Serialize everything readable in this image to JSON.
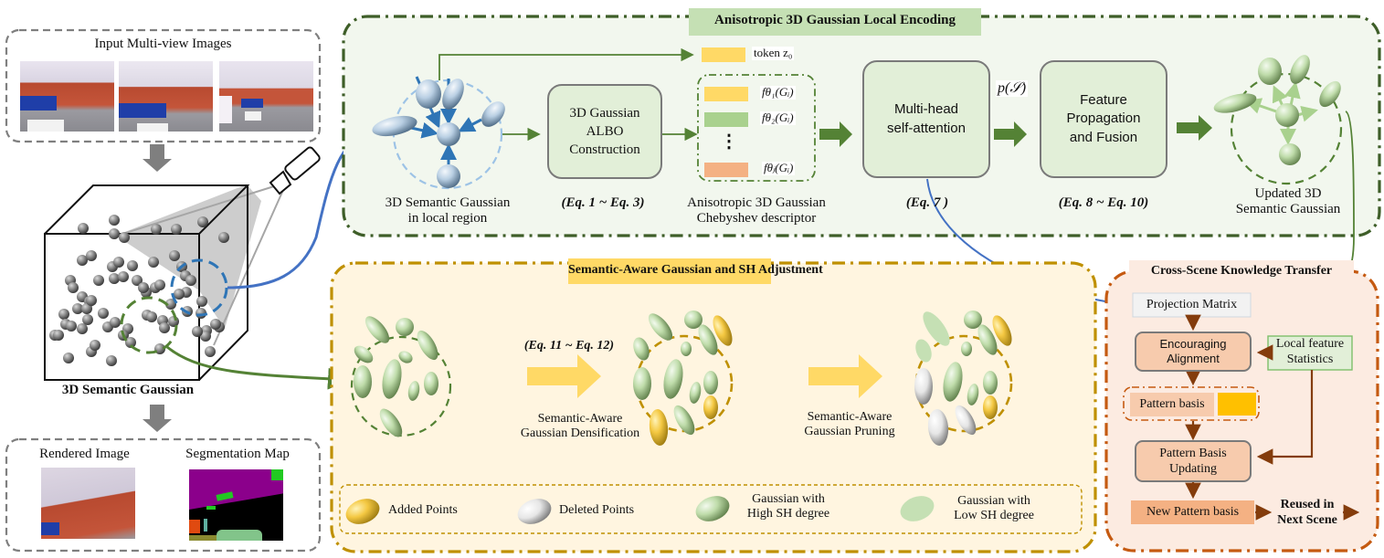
{
  "left_panel": {
    "input_title": "Input Multi-view Images",
    "input_images": [
      "office-view-1",
      "office-view-2",
      "office-view-3"
    ],
    "scene_label": "3D Semantic Gaussian",
    "rendered_label": "Rendered Image",
    "segmentation_label": "Segmentation Map"
  },
  "encoding": {
    "title": "Anisotropic 3D Gaussian Local Encoding",
    "local_gaussian_label": [
      "3D Semantic Gaussian",
      "in local region"
    ],
    "albo_box": [
      "3D Gaussian",
      "ALBO",
      "Construction"
    ],
    "albo_eq": "(Eq. 1 ~ Eq. 3)",
    "token_label": "token z₀",
    "descriptor_items": [
      "fθ₁(Gᵢ)",
      "fθ₂(Gᵢ)",
      "fθⱼ(Gᵢ)"
    ],
    "descriptor_ellipsis": "⋮",
    "descriptor_label": [
      "Anisotropic 3D Gaussian",
      "Chebyshev descriptor"
    ],
    "attention_box": [
      "Multi-head",
      "self-attention"
    ],
    "attention_eq": "(Eq. 7 )",
    "ps_label": "p(𝒮)",
    "fusion_box": [
      "Feature",
      "Propagation",
      "and Fusion"
    ],
    "fusion_eq": "(Eq. 8 ~ Eq. 10)",
    "updated_label": [
      "Updated 3D",
      "Semantic Gaussian"
    ]
  },
  "adjustment": {
    "title": "Semantic-Aware Gaussian and SH Adjustment",
    "densify_eq": "(Eq. 11 ~ Eq. 12)",
    "densify_label": [
      "Semantic-Aware",
      "Gaussian Densification"
    ],
    "prune_label": [
      "Semantic-Aware",
      "Gaussian Pruning"
    ],
    "legend": [
      {
        "label": [
          "Added Points"
        ],
        "kind": "added"
      },
      {
        "label": [
          "Deleted Points"
        ],
        "kind": "deleted"
      },
      {
        "label": [
          "Gaussian with",
          "High SH degree"
        ],
        "kind": "high-sh"
      },
      {
        "label": [
          "Gaussian with",
          "Low SH degree"
        ],
        "kind": "low-sh"
      }
    ]
  },
  "transfer": {
    "title": "Cross-Scene Knowledge Transfer",
    "projection": "Projection Matrix",
    "alignment": [
      "Encouraging",
      "Alignment"
    ],
    "local_stats": [
      "Local feature",
      "Statistics"
    ],
    "pattern_basis": "Pattern basis",
    "updating": [
      "Pattern Basis",
      "Updating"
    ],
    "new_basis": "New Pattern basis",
    "reused": [
      "Reused in",
      "Next Scene"
    ]
  },
  "colors": {
    "encoding_bg": "#f2f7ee",
    "encoding_border": "#3e5e28",
    "encoding_title_bg": "#c5e0b4",
    "adjust_bg": "#fff5e0",
    "adjust_border": "#bf9000",
    "adjust_title_bg": "#ffd966",
    "transfer_bg": "#fcebe1",
    "transfer_border": "#c55a11",
    "green_arrow": "#548235",
    "blue_line": "#4472c4",
    "brown_arrow": "#843c0c",
    "yellow_bar": "#ffd966",
    "green_bar": "#a9d18e",
    "orange_bar": "#f4b183",
    "pattern_gold": "#ffc000"
  }
}
